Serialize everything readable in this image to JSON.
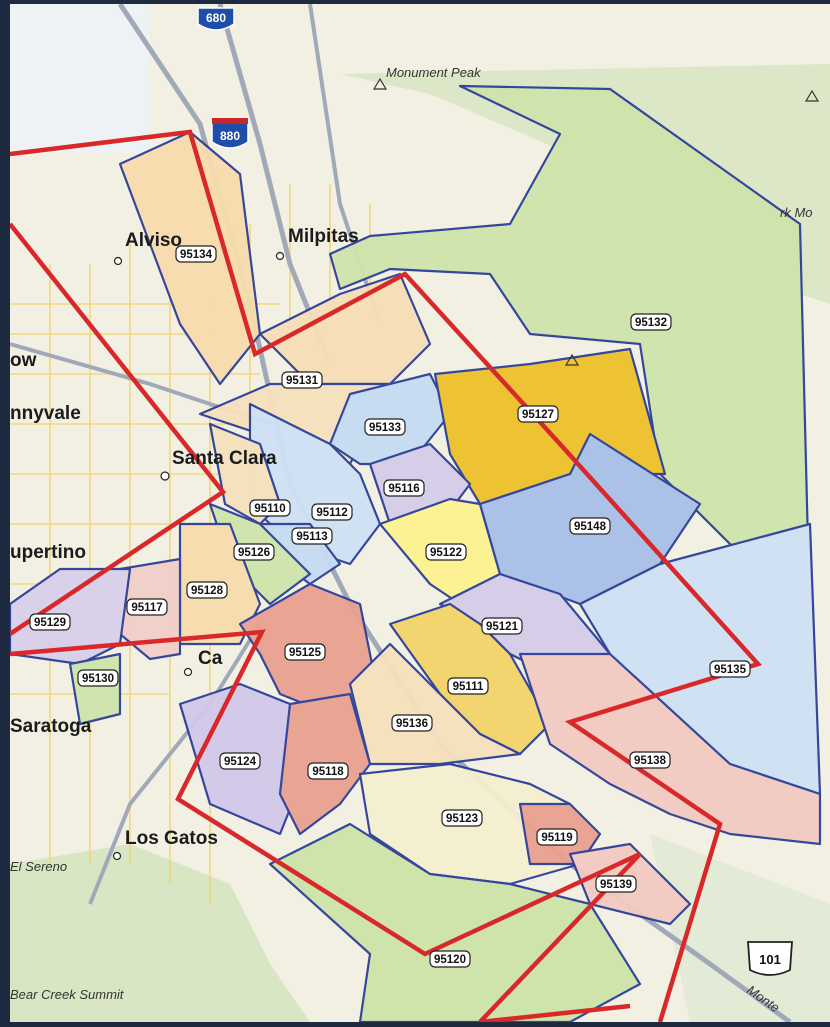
{
  "map": {
    "highways": {
      "i680": "680",
      "i880": "880",
      "us101": "101"
    },
    "places": {
      "monument_peak": "Monument Peak",
      "alviso": "Alviso",
      "milpitas": "Milpitas",
      "sunnyvale": "nnyvale",
      "santa_clara": "Santa Clara",
      "cupertino": "upertino",
      "saratoga": "Saratoga",
      "campbell": "Ca",
      "los_gatos": "Los Gatos",
      "el_sereno": "El Sereno",
      "bear_creek_summit": "Bear Creek Summit",
      "mountain_view": "ow",
      "fork_mt": "rk Mo",
      "monte": "Monte"
    },
    "zip_codes": [
      "95134",
      "95131",
      "95133",
      "95132",
      "95127",
      "95116",
      "95110",
      "95112",
      "95113",
      "95126",
      "95128",
      "95117",
      "95129",
      "95130",
      "95122",
      "95148",
      "95121",
      "95125",
      "95111",
      "95135",
      "95136",
      "95124",
      "95118",
      "95138",
      "95123",
      "95119",
      "95139",
      "95120"
    ],
    "colors": {
      "boundary_red": "#d8282a",
      "zip_outline_blue": "#2a3f99"
    }
  }
}
